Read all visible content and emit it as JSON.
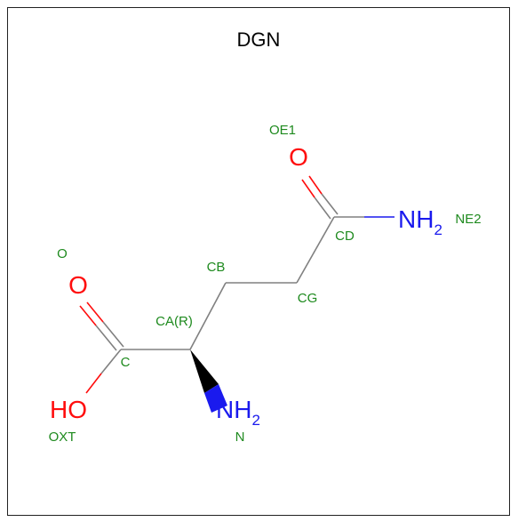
{
  "title": "DGN",
  "atoms": {
    "o_carbonyl": "O",
    "oh": "HO",
    "oe1": "O",
    "nh2_side_main": "NH",
    "nh2_side_sub": "2",
    "nh2_alpha_main": "NH",
    "nh2_alpha_sub": "2"
  },
  "atom_names": {
    "o": "O",
    "oxt": "OXT",
    "c": "C",
    "ca": "CA(R)",
    "n": "N",
    "cb": "CB",
    "cg": "CG",
    "cd": "CD",
    "oe1": "OE1",
    "ne2": "NE2"
  },
  "colors": {
    "oxygen": "#ff0d0d",
    "nitrogen": "#1a1aee",
    "carbon_bond": "#808080",
    "atom_name": "#1e8a1e"
  }
}
